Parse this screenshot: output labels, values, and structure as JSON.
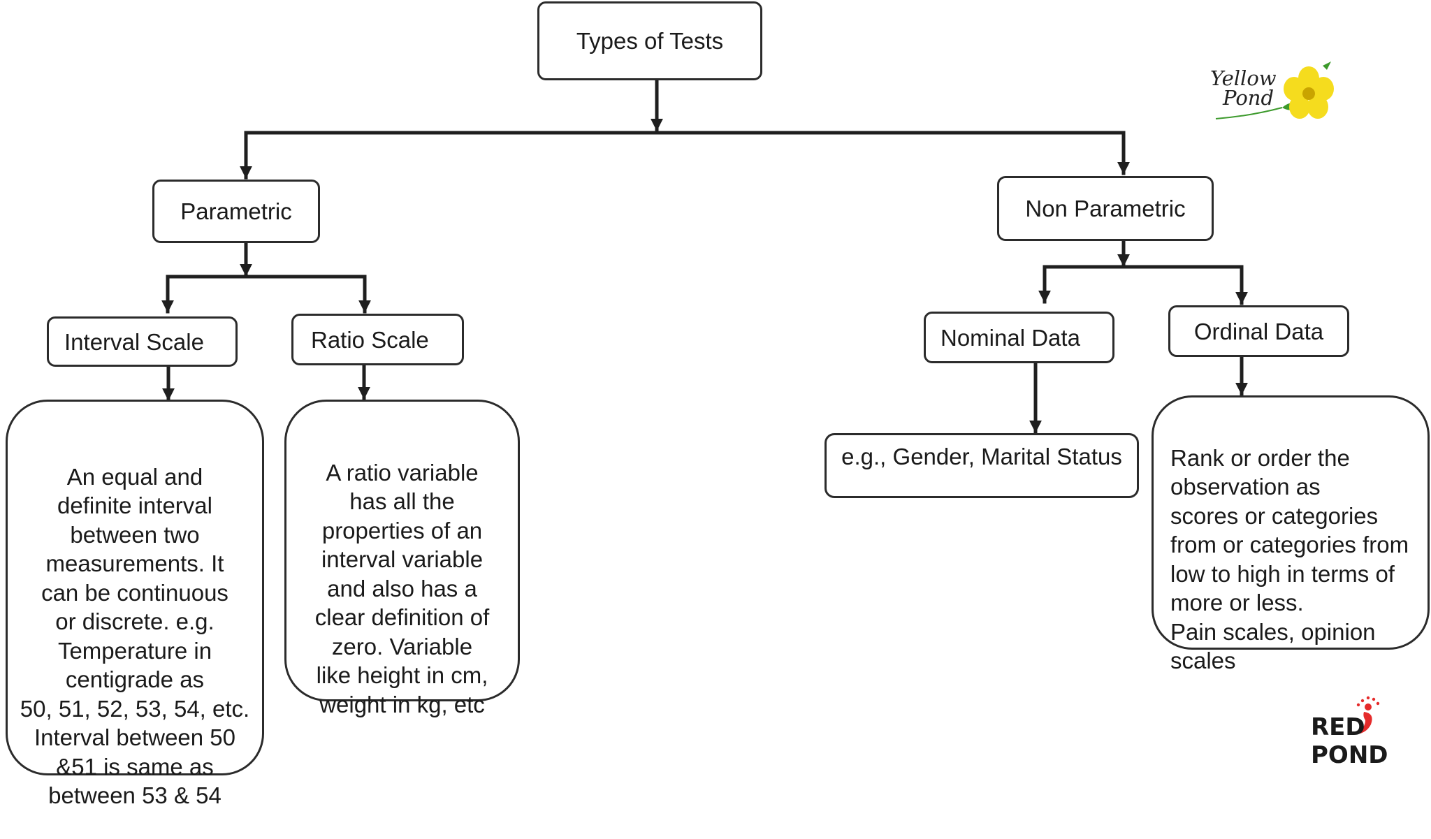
{
  "root": {
    "label": "Types of Tests"
  },
  "branches": {
    "parametric": {
      "label": "Parametric",
      "interval": {
        "label": "Interval Scale",
        "description": "An equal and\ndefinite interval\nbetween two\nmeasurements. It\ncan be continuous\nor discrete. e.g.\nTemperature in\ncentigrade as\n50, 51, 52, 53, 54, etc.\nInterval between 50\n&51 is same as\nbetween 53 & 54"
      },
      "ratio": {
        "label": "Ratio Scale",
        "description": "A ratio variable\nhas all the\nproperties of an\ninterval variable\nand also has a\nclear definition of\nzero. Variable\nlike height in cm,\nweight in kg, etc"
      }
    },
    "non_parametric": {
      "label": "Non Parametric",
      "nominal": {
        "label": "Nominal Data",
        "example": "e.g., Gender, Marital Status"
      },
      "ordinal": {
        "label": "Ordinal Data",
        "description": "Rank or order the\nobservation as\nscores or categories\nfrom or categories from\nlow to high in terms of\nmore or less.\n Pain scales, opinion\nscales"
      }
    }
  },
  "logos": {
    "yellow_pond": {
      "line1": "Yellow",
      "line2": "Pond",
      "flower_color": "#f5dc1e",
      "leaf_color": "#3c9a2c"
    },
    "red_pond": {
      "line1": "RED",
      "line2": "POND",
      "accent_color": "#e52b2b"
    }
  },
  "colors": {
    "stroke": "#2b2b2b",
    "text": "#1a1a1a",
    "background": "#ffffff"
  }
}
